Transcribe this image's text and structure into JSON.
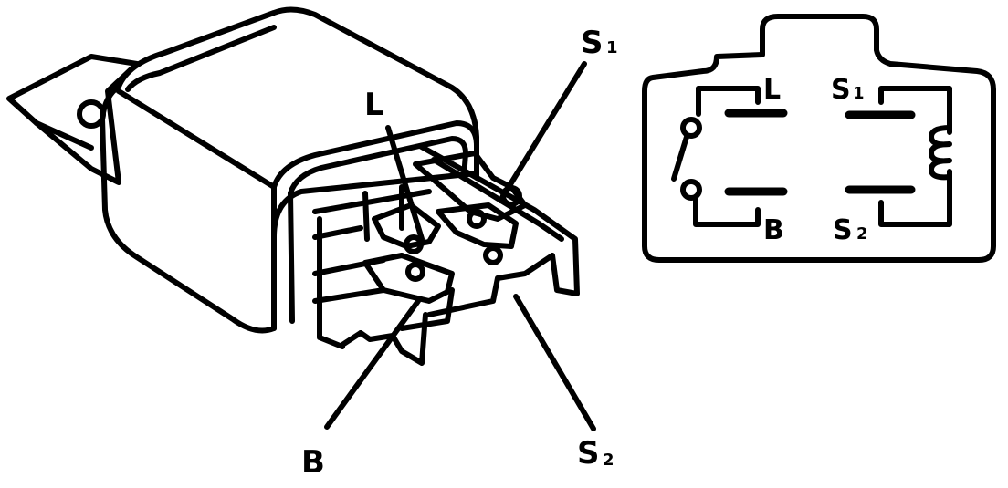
{
  "colors": {
    "ink": "#000000",
    "paper": "#ffffff"
  },
  "relay_labels": {
    "l": "L",
    "b": "B",
    "s1_main": "S",
    "s1_sub": "1",
    "s2_main": "S",
    "s2_sub": "2"
  },
  "schematic_labels": {
    "l": "L",
    "b": "B",
    "s1_main": "S",
    "s1_sub": "1",
    "s2_main": "S",
    "s2_sub": "2"
  }
}
